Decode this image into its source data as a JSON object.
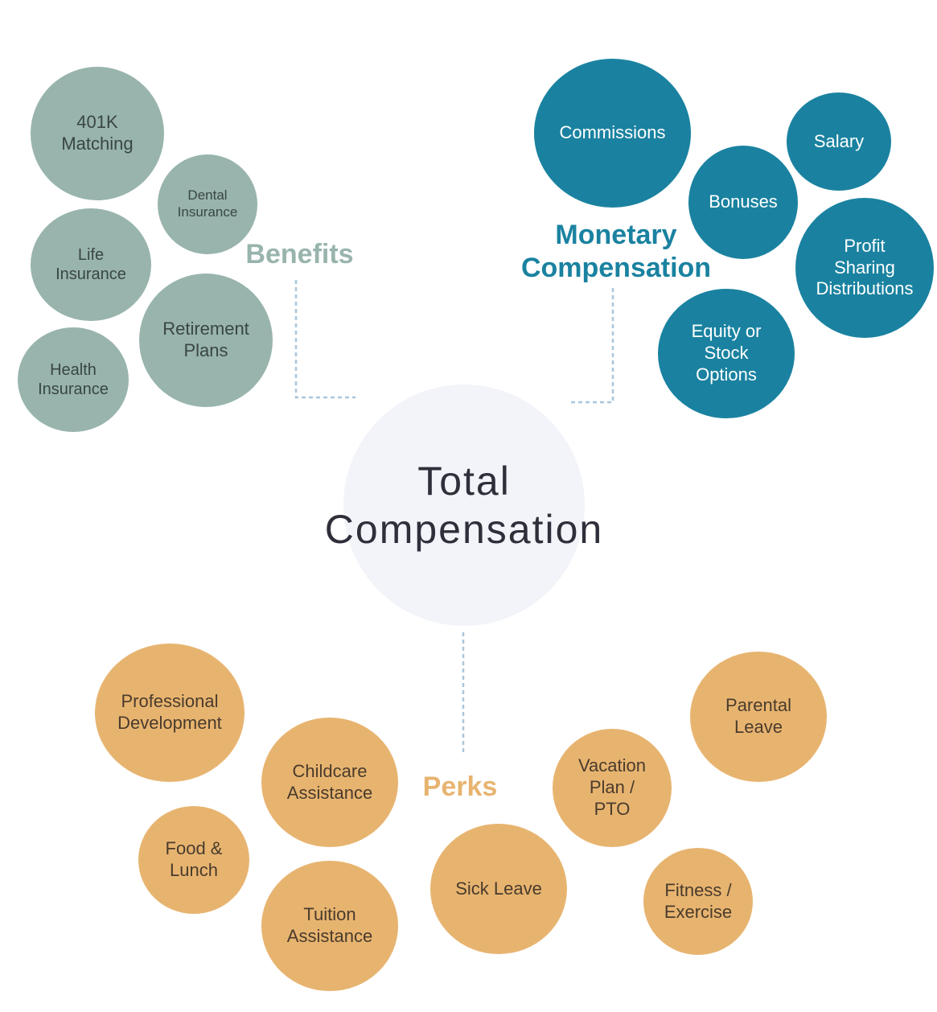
{
  "center": {
    "label": "Total\nCompensation"
  },
  "categories": {
    "benefits": "Benefits",
    "monetary": "Monetary\nCompensation",
    "perks": "Perks"
  },
  "benefits": [
    {
      "label": "401K\nMatching"
    },
    {
      "label": "Dental\nInsurance"
    },
    {
      "label": "Life\nInsurance"
    },
    {
      "label": "Retirement\nPlans"
    },
    {
      "label": "Health\nInsurance"
    }
  ],
  "monetary": [
    {
      "label": "Commissions"
    },
    {
      "label": "Salary"
    },
    {
      "label": "Bonuses"
    },
    {
      "label": "Profit\nSharing\nDistributions"
    },
    {
      "label": "Equity or\nStock\nOptions"
    }
  ],
  "perks": [
    {
      "label": "Professional\nDevelopment"
    },
    {
      "label": "Childcare\nAssistance"
    },
    {
      "label": "Food &\nLunch"
    },
    {
      "label": "Tuition\nAssistance"
    },
    {
      "label": "Sick Leave"
    },
    {
      "label": "Vacation\nPlan /\nPTO"
    },
    {
      "label": "Parental\nLeave"
    },
    {
      "label": "Fitness /\nExercise"
    }
  ],
  "colors": {
    "benefits": "#98b4ad",
    "monetary": "#1a82a0",
    "perks": "#e7b470",
    "center": "#f3f4f9",
    "connector": "#a9c6dc"
  }
}
